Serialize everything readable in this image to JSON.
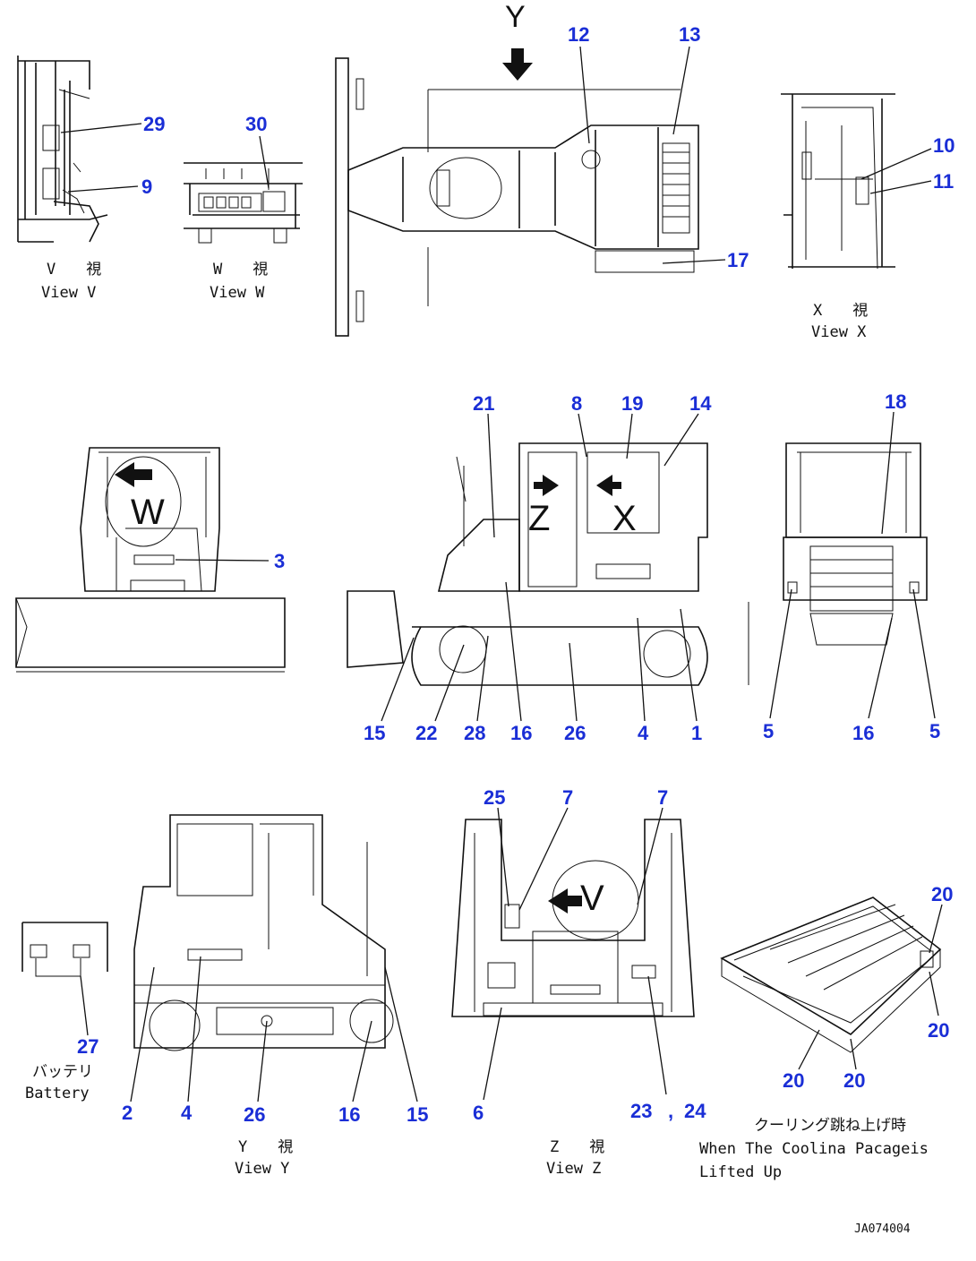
{
  "callouts": {
    "v29": "29",
    "v9": "9",
    "w30": "30",
    "t12": "12",
    "t13": "13",
    "t17": "17",
    "x10": "10",
    "x11": "11",
    "m21": "21",
    "m8": "8",
    "m19": "19",
    "m14": "14",
    "m15": "15",
    "m22": "22",
    "m28": "28",
    "m16": "16",
    "m26": "26",
    "m4": "4",
    "m1": "1",
    "l3": "3",
    "r18": "18",
    "r5a": "5",
    "r16": "16",
    "r5b": "5",
    "b27": "27",
    "b2": "2",
    "b4": "4",
    "b26": "26",
    "b16": "16",
    "b15": "15",
    "z25": "25",
    "z7a": "7",
    "z7b": "7",
    "z6": "6",
    "z23": "23",
    "z24": "24",
    "z_comma": ",",
    "c20a": "20",
    "c20b": "20",
    "c20c": "20",
    "c20d": "20"
  },
  "labels": {
    "view_v_jp": "V　　視",
    "view_v_en": "View V",
    "view_w_jp": "W　　視",
    "view_w_en": "View W",
    "view_x_jp": "X　　視",
    "view_x_en": "View X",
    "view_y_jp": "Y　　視",
    "view_y_en": "View Y",
    "view_z_jp": "Z　　視",
    "view_z_en": "View Z",
    "battery_jp": "バッテリ",
    "battery_en": "Battery",
    "cooling_jp": "クーリング跳ね上げ時",
    "cooling_en_1": "When The Coolina Pacageis",
    "cooling_en_2": "Lifted Up",
    "arrow_y": "Y",
    "mark_w": "W",
    "mark_z": "Z",
    "mark_x": "X",
    "mark_v": "V",
    "drawing_code": "JA074004"
  }
}
